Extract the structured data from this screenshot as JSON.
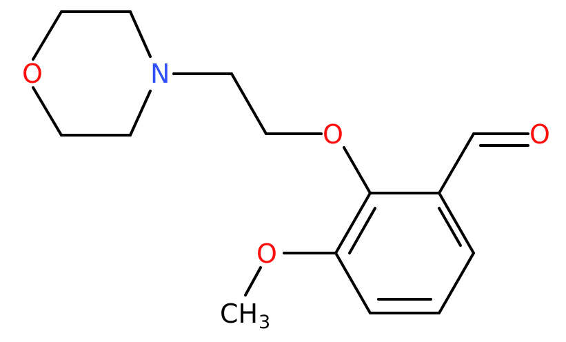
{
  "atoms": {
    "morpholine_o": "O",
    "morpholine_n": "N",
    "ether_o": "O",
    "aldehyde_o": "O",
    "methoxy_o": "O",
    "methyl_c": "CH",
    "methyl_sub": "3"
  },
  "colors": {
    "oxygen": "#ff0d0d",
    "nitrogen": "#3050f8",
    "carbon": "#000000",
    "bond": "#000000"
  }
}
